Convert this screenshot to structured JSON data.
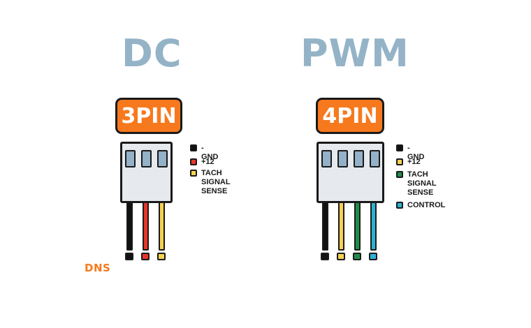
{
  "connectors": [
    {
      "title": "DC",
      "badge": "3PIN",
      "pins": [
        {
          "label": "-GND",
          "color": "#111111"
        },
        {
          "label": "+12",
          "color": "#e8352b"
        },
        {
          "label": "TACH\nSIGNAL\nSENSE",
          "color": "#f5d250"
        }
      ]
    },
    {
      "title": "PWM",
      "badge": "4PIN",
      "pins": [
        {
          "label": "-GND",
          "color": "#111111"
        },
        {
          "label": "+12",
          "color": "#f5d250"
        },
        {
          "label": "TACH\nSIGNAL\nSENSE",
          "color": "#1e8f4b"
        },
        {
          "label": "CONTROL",
          "color": "#2bb3d3"
        }
      ]
    }
  ],
  "logo": "DNS"
}
